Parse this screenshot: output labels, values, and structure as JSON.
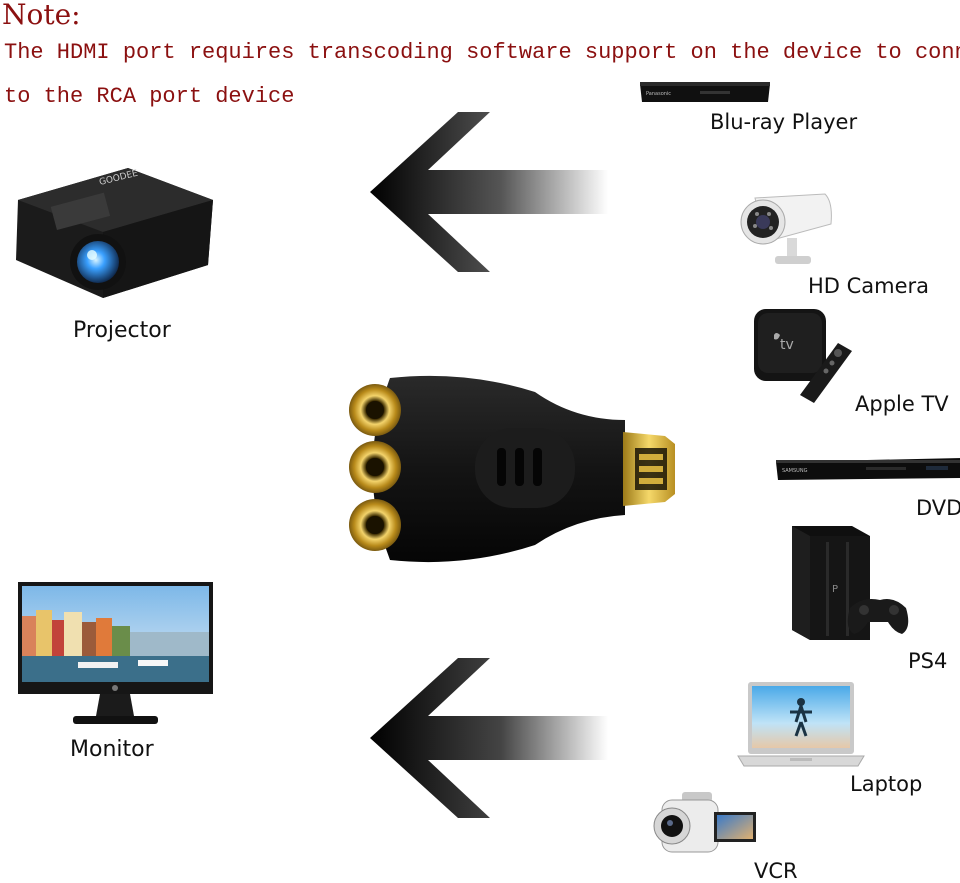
{
  "note": {
    "title": "Note:",
    "line1": "The HDMI port requires transcoding software support on the device to connect",
    "line2": "to the RCA port device"
  },
  "destinations": {
    "projector": "Projector",
    "monitor": "Monitor"
  },
  "sources": {
    "bluray": "Blu-ray Player",
    "hd_camera": "HD Camera",
    "apple_tv": "Apple TV",
    "dvd": "DVD",
    "ps4": "PS4",
    "laptop": "Laptop",
    "vcr": "VCR"
  },
  "colors": {
    "note_text": "#8b1010",
    "gold": "#d4a11e",
    "adapter": "#1c1c1c"
  },
  "icons": [
    "projector-icon",
    "monitor-icon",
    "bluray-player-icon",
    "hd-camera-icon",
    "apple-tv-icon",
    "dvd-player-icon",
    "ps4-icon",
    "laptop-icon",
    "vcr-camcorder-icon",
    "hdmi-to-rca-adapter-icon",
    "left-arrow-icon"
  ]
}
